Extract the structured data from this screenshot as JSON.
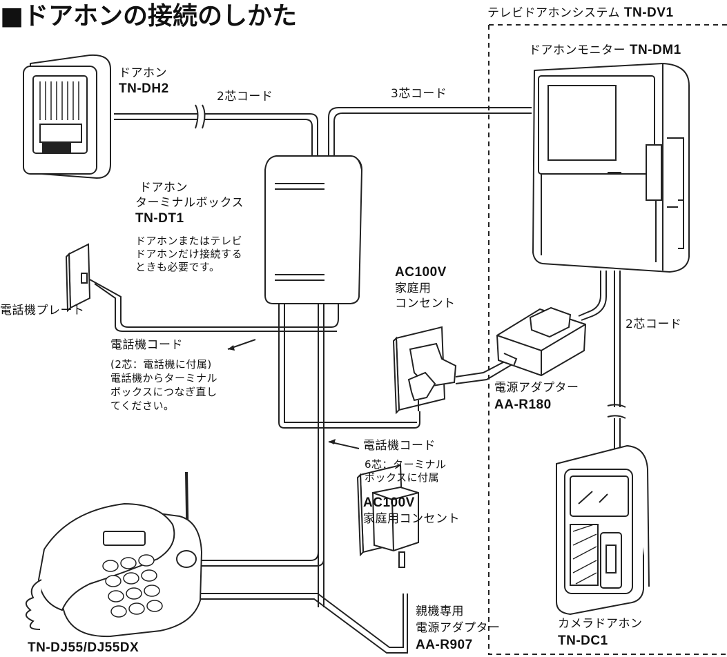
{
  "header": {
    "title": "■ドアホンの接続のしかた",
    "system_label": "テレビドアホンシステム",
    "system_model": "TN-DV1"
  },
  "doorphone": {
    "label": "ドアホン",
    "model": "TN-DH2"
  },
  "terminal_box": {
    "label_line1": "ドアホン",
    "label_line2": "ターミナルボックス",
    "model": "TN-DT1",
    "note_lines": [
      "ドアホンまたはテレビ",
      "ドアホンだけ接続する",
      "ときも必要です。"
    ]
  },
  "monitor": {
    "label": "ドアホンモニター",
    "model": "TN-DM1"
  },
  "cords": {
    "two_core_top": "2芯コード",
    "three_core": "3芯コード",
    "two_core_right": "2芯コード"
  },
  "phone_plate": {
    "label": "電話機プレート"
  },
  "phone_cord_2core": {
    "title": "電話機コード",
    "lines": [
      "(2芯：電話機に付属)",
      "電話機からターミナル",
      "ボックスにつなぎ直し",
      "てください。"
    ]
  },
  "ac_outlet_1": {
    "title": "AC100V",
    "line1": "家庭用",
    "line2": "コンセント"
  },
  "power_adapter_1": {
    "label": "電源アダプター",
    "model": "AA-R180"
  },
  "phone_cord_6core": {
    "title": "電話機コード",
    "note_lines": [
      "6芯：ターミナル",
      "ボックスに付属"
    ]
  },
  "ac_outlet_2": {
    "title": "AC100V",
    "line1": "家庭用コンセント"
  },
  "power_adapter_2": {
    "label_line1": "親機専用",
    "label_line2": "電源アダプター",
    "model": "AA-R907"
  },
  "camera_doorphone": {
    "label": "カメラドアホン",
    "model": "TN-DC1"
  },
  "telephone": {
    "model": "TN-DJ55/DJ55DX"
  },
  "icons": [
    "doorphone-icon",
    "terminal-box-icon",
    "monitor-icon",
    "wall-plate-icon",
    "outlet-icon",
    "ac-adapter-icon",
    "plug-adapter-icon",
    "camera-doorphone-icon",
    "telephone-icon"
  ]
}
